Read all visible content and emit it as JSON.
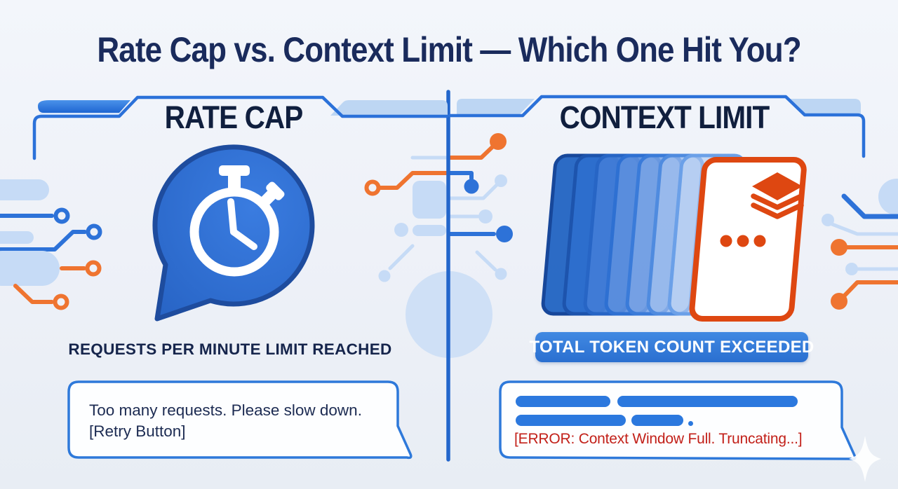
{
  "title": "Rate Cap vs. Context Limit — Which One Hit You?",
  "panels": {
    "rate_cap": {
      "title": "RATE CAP",
      "caption": "REQUESTS PER MINUTE LIMIT REACHED",
      "message_line1": "Too many requests. Please slow down.",
      "message_line2": "[Retry Button]",
      "icon": "stopwatch-in-chat-bubble-icon"
    },
    "context_limit": {
      "title": "CONTEXT LIMIT",
      "badge": "TOTAL TOKEN COUNT EXCEEDED",
      "error_message": "[ERROR: Context Window Full. Truncating...]",
      "icon": "stacked-context-pages-icon",
      "redacted_bar_count": 4
    }
  },
  "colors": {
    "background": "#eef1f8",
    "title_navy": "#1a2b5c",
    "panel_border_blue": "#2b71d9",
    "accent_blue": "#2d72d8",
    "light_blue": "#c6dbf6",
    "accent_orange": "#ef7430",
    "card_border_orange": "#de4711",
    "error_red": "#c22019",
    "badge_blue": "#2f7bd9",
    "chat_bubble_blue": "#2f6fd2"
  }
}
